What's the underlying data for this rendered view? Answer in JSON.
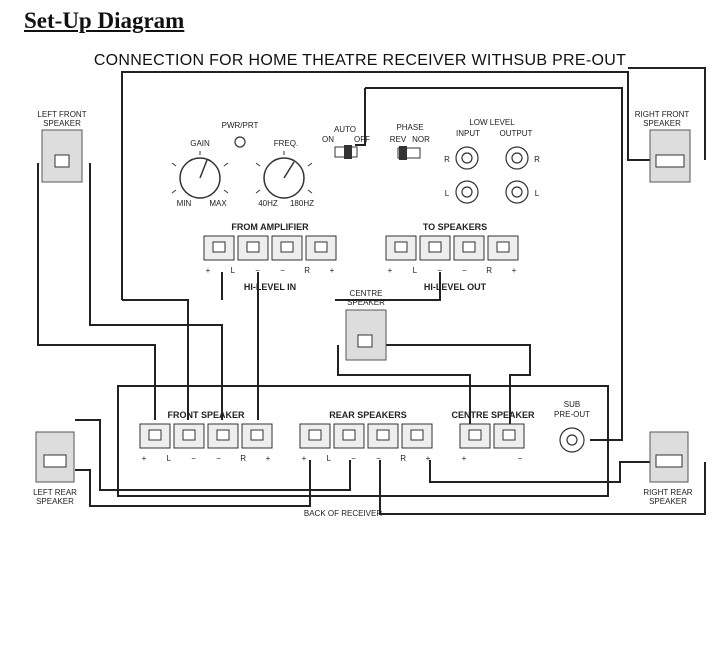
{
  "title": "Set-Up Diagram",
  "subtitle": "CONNECTION FOR HOME THEATRE RECEIVER WITHSUB PRE-OUT",
  "subwoofer_panel": {
    "power_label": "PWR/PRT",
    "gain_label": "GAIN",
    "gain_min": "MIN",
    "gain_max": "MAX",
    "freq_label": "FREQ.",
    "freq_min": "40HZ",
    "freq_max": "180HZ",
    "auto_label": "AUTO",
    "on_label": "ON",
    "off_label": "OFF",
    "phase_label": "PHASE",
    "rev_label": "REV",
    "nor_label": "NOR",
    "low_level_label": "LOW  LEVEL",
    "input_label": "INPUT",
    "output_label": "OUTPUT",
    "r_label": "R",
    "l_label": "L",
    "from_amp_label": "FROM AMPLIFIER",
    "to_speakers_label": "TO SPEAKERS",
    "hi_level_in": "HI-LEVEL IN",
    "hi_level_out": "HI-LEVEL OUT",
    "terminal_marks": [
      "+",
      "L",
      "−",
      "−",
      "R",
      "+"
    ]
  },
  "receiver": {
    "front_label": "FRONT SPEAKER",
    "rear_label": "REAR SPEAKERS",
    "centre_label": "CENTRE SPEAKER",
    "sub_label_1": "SUB",
    "sub_label_2": "PRE-OUT",
    "back_label": "BACK OF RECEIVER",
    "terminal_marks": [
      "+",
      "L",
      "−",
      "−",
      "R",
      "+"
    ],
    "centre_marks": [
      "+",
      "−"
    ]
  },
  "speakers": {
    "left_front_1": "LEFT FRONT",
    "left_front_2": "SPEAKER",
    "right_front_1": "RIGHT FRONT",
    "right_front_2": "SPEAKER",
    "centre_1": "CENTRE",
    "centre_2": "SPEAKER",
    "left_rear_1": "LEFT REAR",
    "left_rear_2": "SPEAKER",
    "right_rear_1": "RIGHT REAR",
    "right_rear_2": "SPEAKER"
  }
}
